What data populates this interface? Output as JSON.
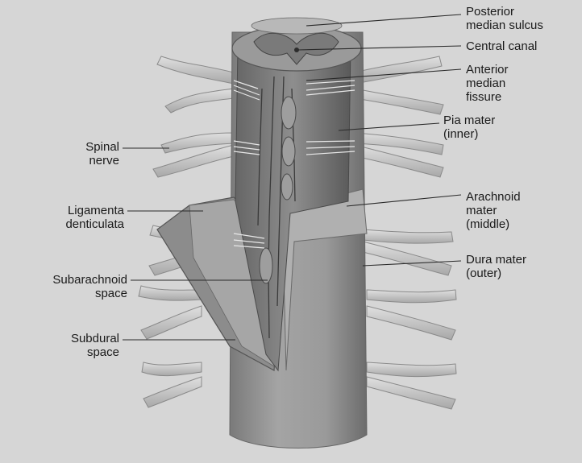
{
  "labels": {
    "posterior_median_sulcus": [
      "Posterior",
      "median sulcus"
    ],
    "central_canal": [
      "Central canal"
    ],
    "anterior_median_fissure": [
      "Anterior",
      "median",
      "fissure"
    ],
    "pia_mater": [
      "Pia mater",
      "(inner)"
    ],
    "arachnoid_mater": [
      "Arachnoid",
      "mater",
      "(middle)"
    ],
    "dura_mater": [
      "Dura mater",
      "(outer)"
    ],
    "spinal_nerve": [
      "Spinal",
      "nerve"
    ],
    "ligamenta_denticulata": [
      "Ligamenta",
      "denticulata"
    ],
    "subarachnoid_space": [
      "Subarachnoid",
      "space"
    ],
    "subdural_space": [
      "Subdural",
      "space"
    ]
  },
  "colors": {
    "background": "#d6d6d6",
    "dura": "#9a9a9a",
    "dura_dark": "#7c7c7c",
    "cord": "#8a8a8a",
    "cord_dark": "#5e5e5e",
    "nerve": "#c8c8c8",
    "leader": "#2a2a2a"
  }
}
